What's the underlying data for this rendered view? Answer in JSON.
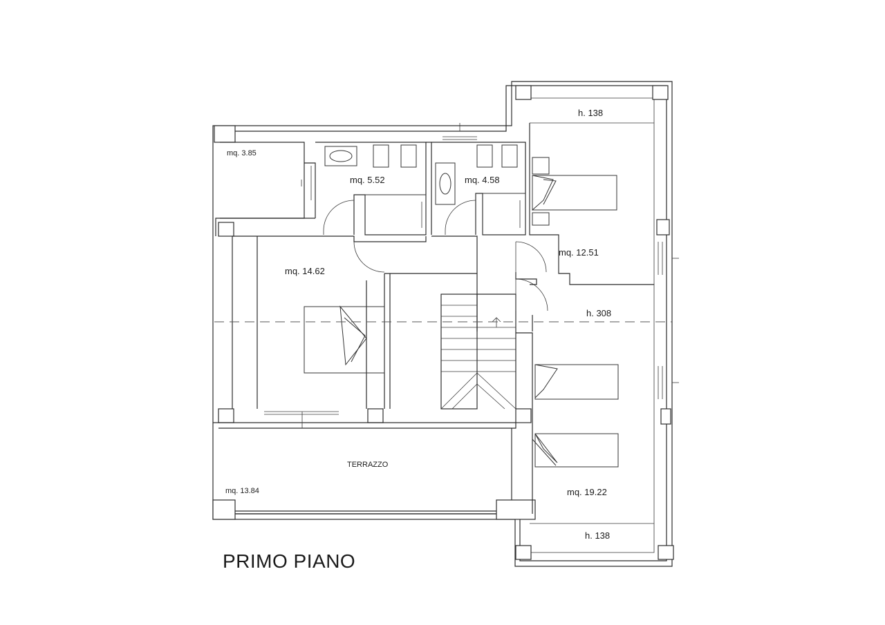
{
  "title": "PRIMO PIANO",
  "rooms": [
    {
      "id": "storage",
      "label": "mq. 3.85"
    },
    {
      "id": "bath1",
      "label": "mq. 5.52"
    },
    {
      "id": "bath2",
      "label": "mq. 4.58"
    },
    {
      "id": "bedroom-ne",
      "label": "mq. 12.51"
    },
    {
      "id": "bedroom-w",
      "label": "mq. 14.62"
    },
    {
      "id": "bedroom-se",
      "label": "mq. 19.22"
    },
    {
      "id": "terrace",
      "label": "mq. 13.84"
    }
  ],
  "terrace_name": "TERRAZZO",
  "heights": {
    "top": "h. 138",
    "middle": "h. 308",
    "bottom": "h. 138"
  }
}
